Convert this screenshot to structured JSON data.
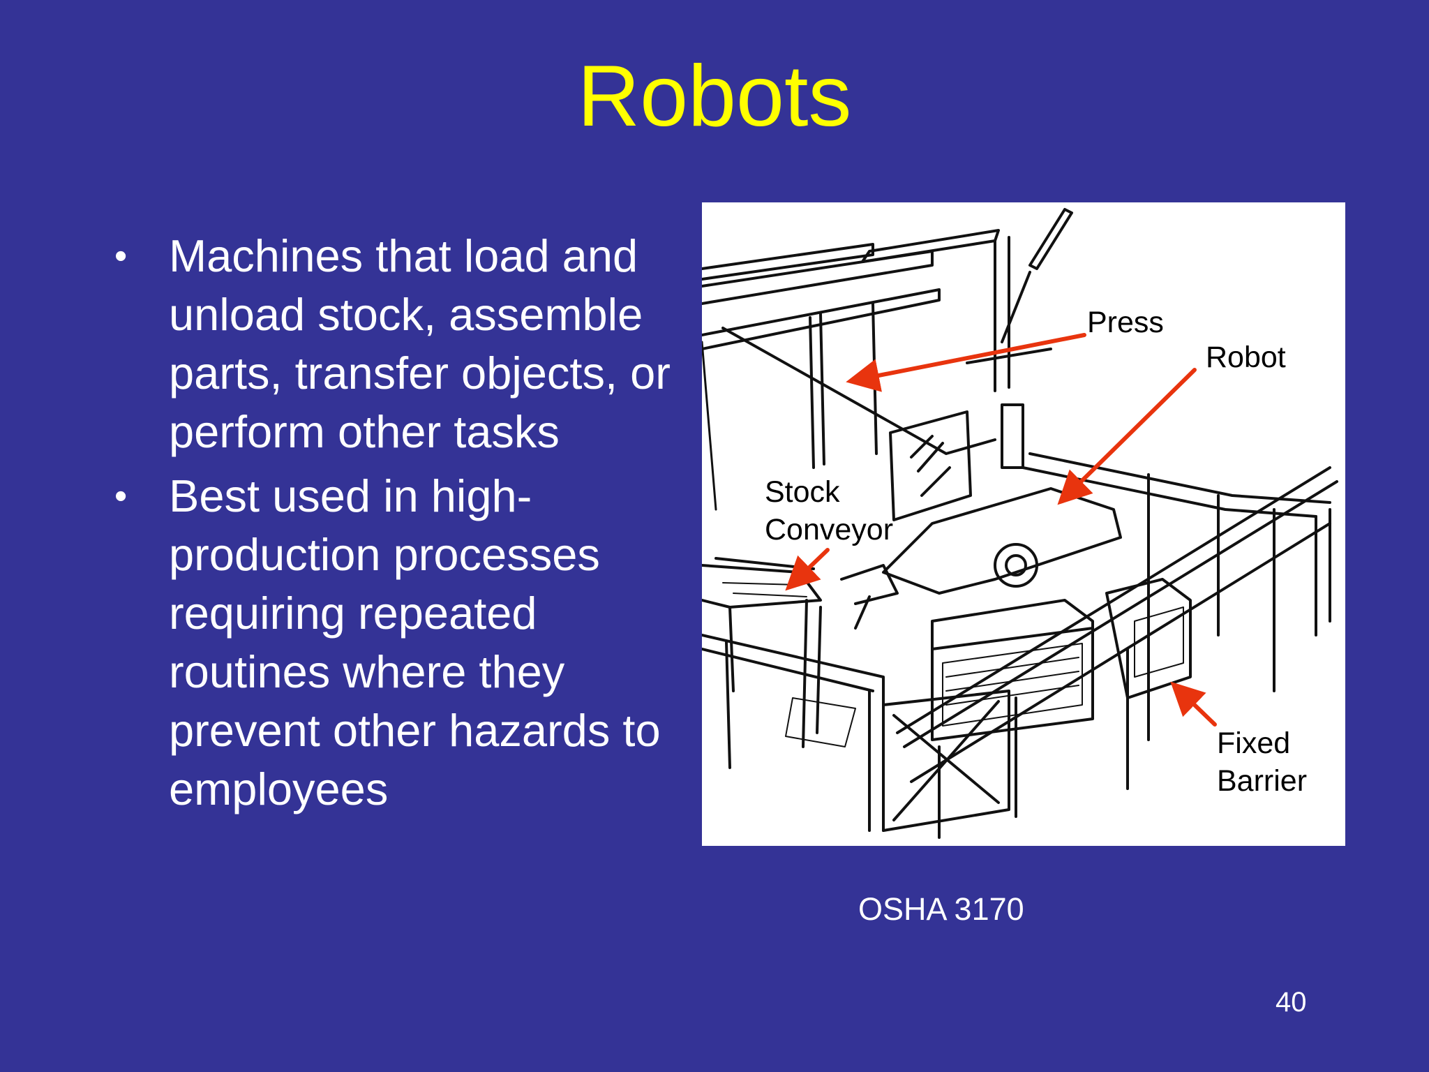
{
  "slide": {
    "title": "Robots",
    "bullets": [
      "Machines that load and unload stock, assemble parts, transfer objects, or perform other tasks",
      "Best used in high-production processes requiring repeated routines where they prevent other hazards to employees"
    ],
    "bullet_glyph": "•",
    "figure": {
      "callouts": {
        "press": "Press",
        "robot": "Robot",
        "stock_conveyor": "Stock\nConveyor",
        "fixed_barrier": "Fixed\nBarrier"
      },
      "arrow_color": "#E8340E"
    },
    "caption": "OSHA 3170",
    "page_number": "40"
  },
  "colors": {
    "background": "#343396",
    "title": "#FFFF00",
    "body_text": "#FFFFFF"
  }
}
